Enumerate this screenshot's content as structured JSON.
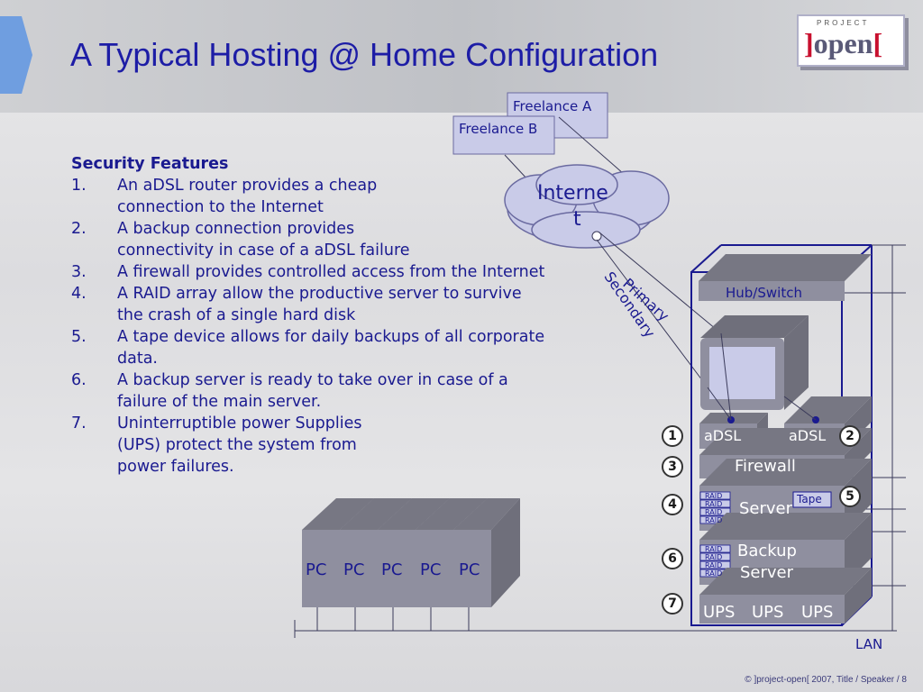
{
  "title": "A Typical Hosting @ Home Configuration",
  "logo": {
    "small": "PROJECT",
    "main_left": "]",
    "main_word": "open",
    "main_right": "["
  },
  "features": {
    "heading": "Security Features",
    "items": [
      {
        "num": "1.",
        "lines": [
          "An aDSL router provides a cheap",
          "connection to the Internet"
        ]
      },
      {
        "num": "2.",
        "lines": [
          "A backup connection provides",
          "connectivity in case of a aDSL failure"
        ]
      },
      {
        "num": "3.",
        "lines": [
          "A firewall provides controlled access from the Internet"
        ]
      },
      {
        "num": "4.",
        "lines": [
          "A RAID array allow the productive server to survive",
          "the crash of a single hard disk"
        ]
      },
      {
        "num": "5.",
        "lines": [
          "A tape device allows for daily backups of all corporate",
          "data."
        ]
      },
      {
        "num": "6.",
        "lines": [
          "A backup server is ready to take over in case of a",
          "failure of the main server."
        ]
      },
      {
        "num": "7.",
        "lines": [
          "Uninterruptible power Supplies",
          "(UPS) protect the system from",
          "power failures."
        ]
      }
    ]
  },
  "diagram": {
    "freelance_a": "Freelance A",
    "freelance_b": "Freelance B",
    "internet": [
      "Interne",
      "t"
    ],
    "primary": "Primary",
    "secondary": "Secondary",
    "hub_switch": "Hub/Switch",
    "adsl_left": "aDSL",
    "adsl_right": "aDSL",
    "firewall": "Firewall",
    "server": "Server",
    "tape": "Tape",
    "raid": "RAID",
    "backup_server": [
      "Backup",
      "Server"
    ],
    "ups": [
      "UPS",
      "UPS",
      "UPS"
    ],
    "pcs": [
      "PC",
      "PC",
      "PC",
      "PC",
      "PC"
    ],
    "lan": "LAN",
    "badges": [
      "1",
      "2",
      "3",
      "4",
      "5",
      "6",
      "7"
    ]
  },
  "footer": "© ]project-open[ 2007, Title / Speaker / 8",
  "colors": {
    "title": "#1d1da6",
    "text": "#1a1a90",
    "accent": "#6f9ee0",
    "box": "#8f8f9f",
    "cloud": "#c9cbe8"
  }
}
